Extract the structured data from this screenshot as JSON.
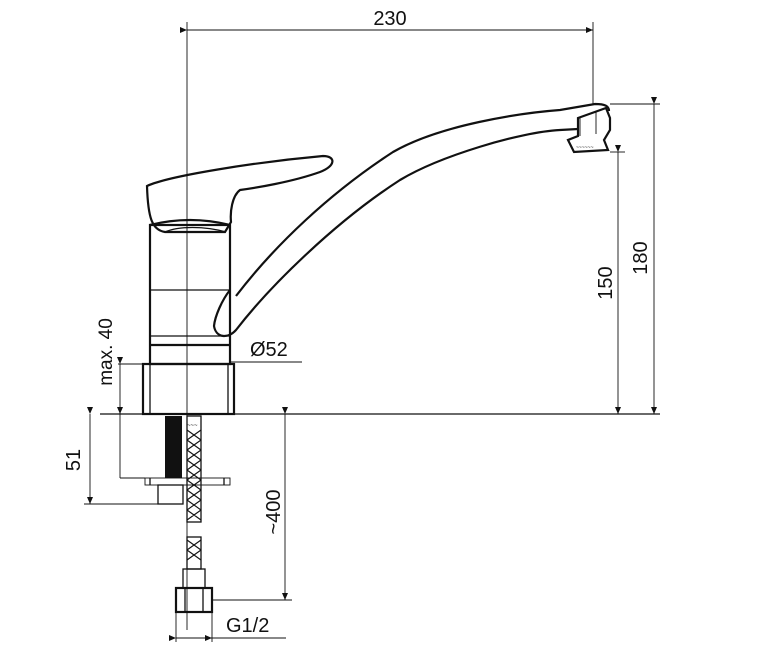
{
  "dimensions": {
    "spout_reach": "230",
    "spout_outlet_height": "150",
    "total_height": "180",
    "body_diameter": "Ø52",
    "max_counter_thickness": "max. 40",
    "mount_depth": "51",
    "hose_length": "~400",
    "connection_thread": "G1/2"
  },
  "small_marks": {
    "aerator_mark": "~~~~~~",
    "hose_mark": "~~~"
  }
}
